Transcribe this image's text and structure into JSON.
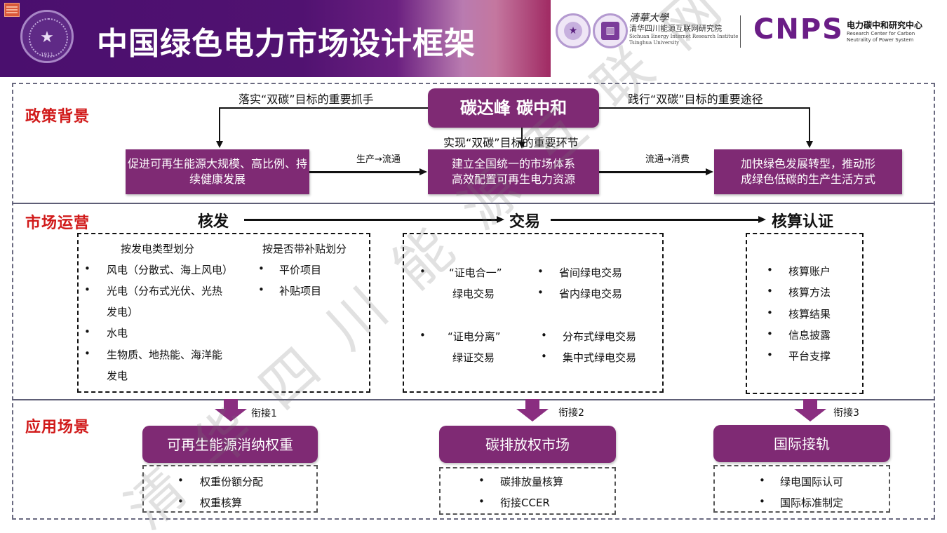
{
  "header": {
    "title": "中国绿色电力市场设计框架",
    "seal_year": "1911",
    "tsinghua_script": "清華大學",
    "institute_cn": "清华四川能源互联网研究院",
    "institute_en_1": "Sichuan Energy Internet Research Institute",
    "institute_en_2": "Tsinghua University",
    "cnps_logo": "CNPS",
    "cnps_cn": "电力碳中和研究中心",
    "cnps_en": "Research Center for Carbon Neutrality of Power System"
  },
  "watermark": "清华四川能源互联网研究院",
  "colors": {
    "header_purple": "#4a0f6e",
    "box_purple": "#7f2a74",
    "section_red": "#d11a1a"
  },
  "policy": {
    "label": "政策背景",
    "center": "碳达峰 碳中和",
    "left_link": "落实“双碳”目标的重要抓手",
    "right_link": "践行“双碳”目标的重要途径",
    "mid_link": "实现“双碳”目标的重要环节",
    "left_box": "促进可再生能源大规模、高比例、持续健康发展",
    "mid_box_1": "建立全国统一的市场体系",
    "mid_box_2": "高效配置可再生电力资源",
    "right_box_1": "加快绿色发展转型，推动形",
    "right_box_2": "成绿色低碳的生产生活方式",
    "flow_1": "生产→流通",
    "flow_2": "流通→消费"
  },
  "market": {
    "label": "市场运营",
    "stages": [
      "核发",
      "交易",
      "核算认证"
    ],
    "issuance": {
      "col1_header": "按发电类型划分",
      "col2_header": "按是否带补贴划分",
      "col1_items": [
        "风电（分散式、海上风电）",
        "光电（分布式光伏、光热",
        "发电）",
        "水电",
        "生物质、地热能、海洋能",
        "发电"
      ],
      "col2_items": [
        "平价项目",
        "补贴项目"
      ]
    },
    "trading": {
      "left": [
        {
          "line1": "“证电合一”",
          "line2": "绿电交易"
        },
        {
          "line1": "“证电分离”",
          "line2": "绿证交易"
        }
      ],
      "right": [
        "省间绿电交易",
        "省内绿电交易",
        "分布式绿电交易",
        "集中式绿电交易"
      ]
    },
    "accounting": [
      "核算账户",
      "核算方法",
      "核算结果",
      "信息披露",
      "平台支撑"
    ]
  },
  "application": {
    "label": "应用场景",
    "scenarios": [
      {
        "connector": "衔接1",
        "title": "可再生能源消纳权重",
        "items": [
          "权重份额分配",
          "权重核算"
        ]
      },
      {
        "connector": "衔接2",
        "title": "碳排放权市场",
        "items": [
          "碳排放量核算",
          "衔接CCER"
        ]
      },
      {
        "connector": "衔接3",
        "title": "国际接轨",
        "items": [
          "绿电国际认可",
          "国际标准制定"
        ]
      }
    ]
  },
  "bullet": "•"
}
